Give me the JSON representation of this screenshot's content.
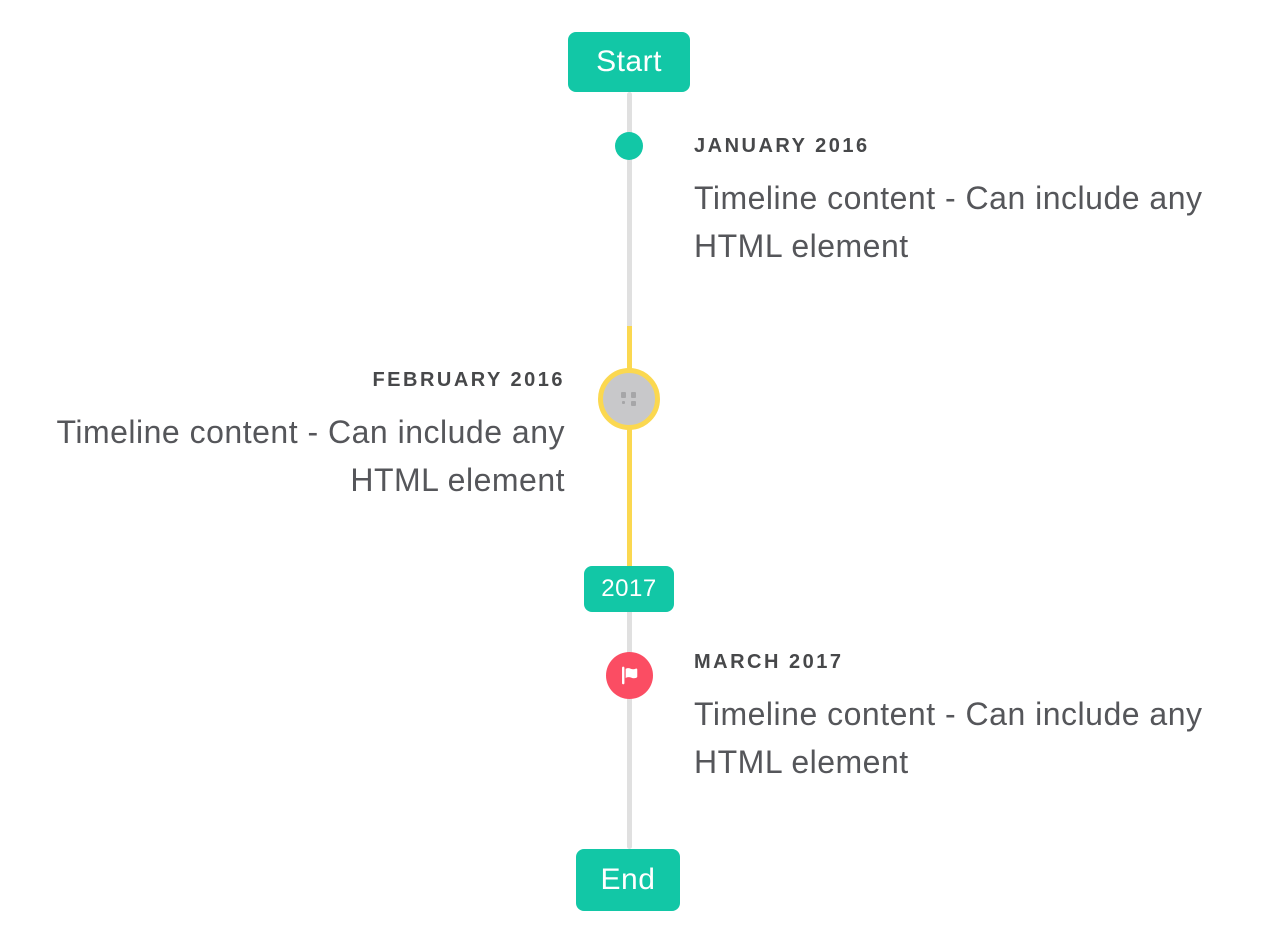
{
  "timeline": {
    "axis": {
      "start_badge": "Start",
      "year_badge": "2017",
      "end_badge": "End"
    },
    "items": [
      {
        "period": "JANUARY 2016",
        "content": "Timeline content - Can include any HTML element",
        "side": "right",
        "marker": "teal-dot"
      },
      {
        "period": "FEBRUARY 2016",
        "content": "Timeline content - Can include any HTML element",
        "side": "left",
        "marker": "gray-circle-yellow-ring-broken-image"
      },
      {
        "period": "MARCH 2017",
        "content": "Timeline content - Can include any HTML element",
        "side": "right",
        "marker": "red-circle-flag-icon"
      }
    ],
    "colors": {
      "accent_teal": "#12c7a6",
      "highlight_yellow": "#fbd850",
      "flag_red": "#fb4d63",
      "line_gray": "#e0e0e0",
      "marker_gray_fill": "#c8c8ca",
      "period_text": "#47484a",
      "content_text": "#55565a"
    }
  }
}
